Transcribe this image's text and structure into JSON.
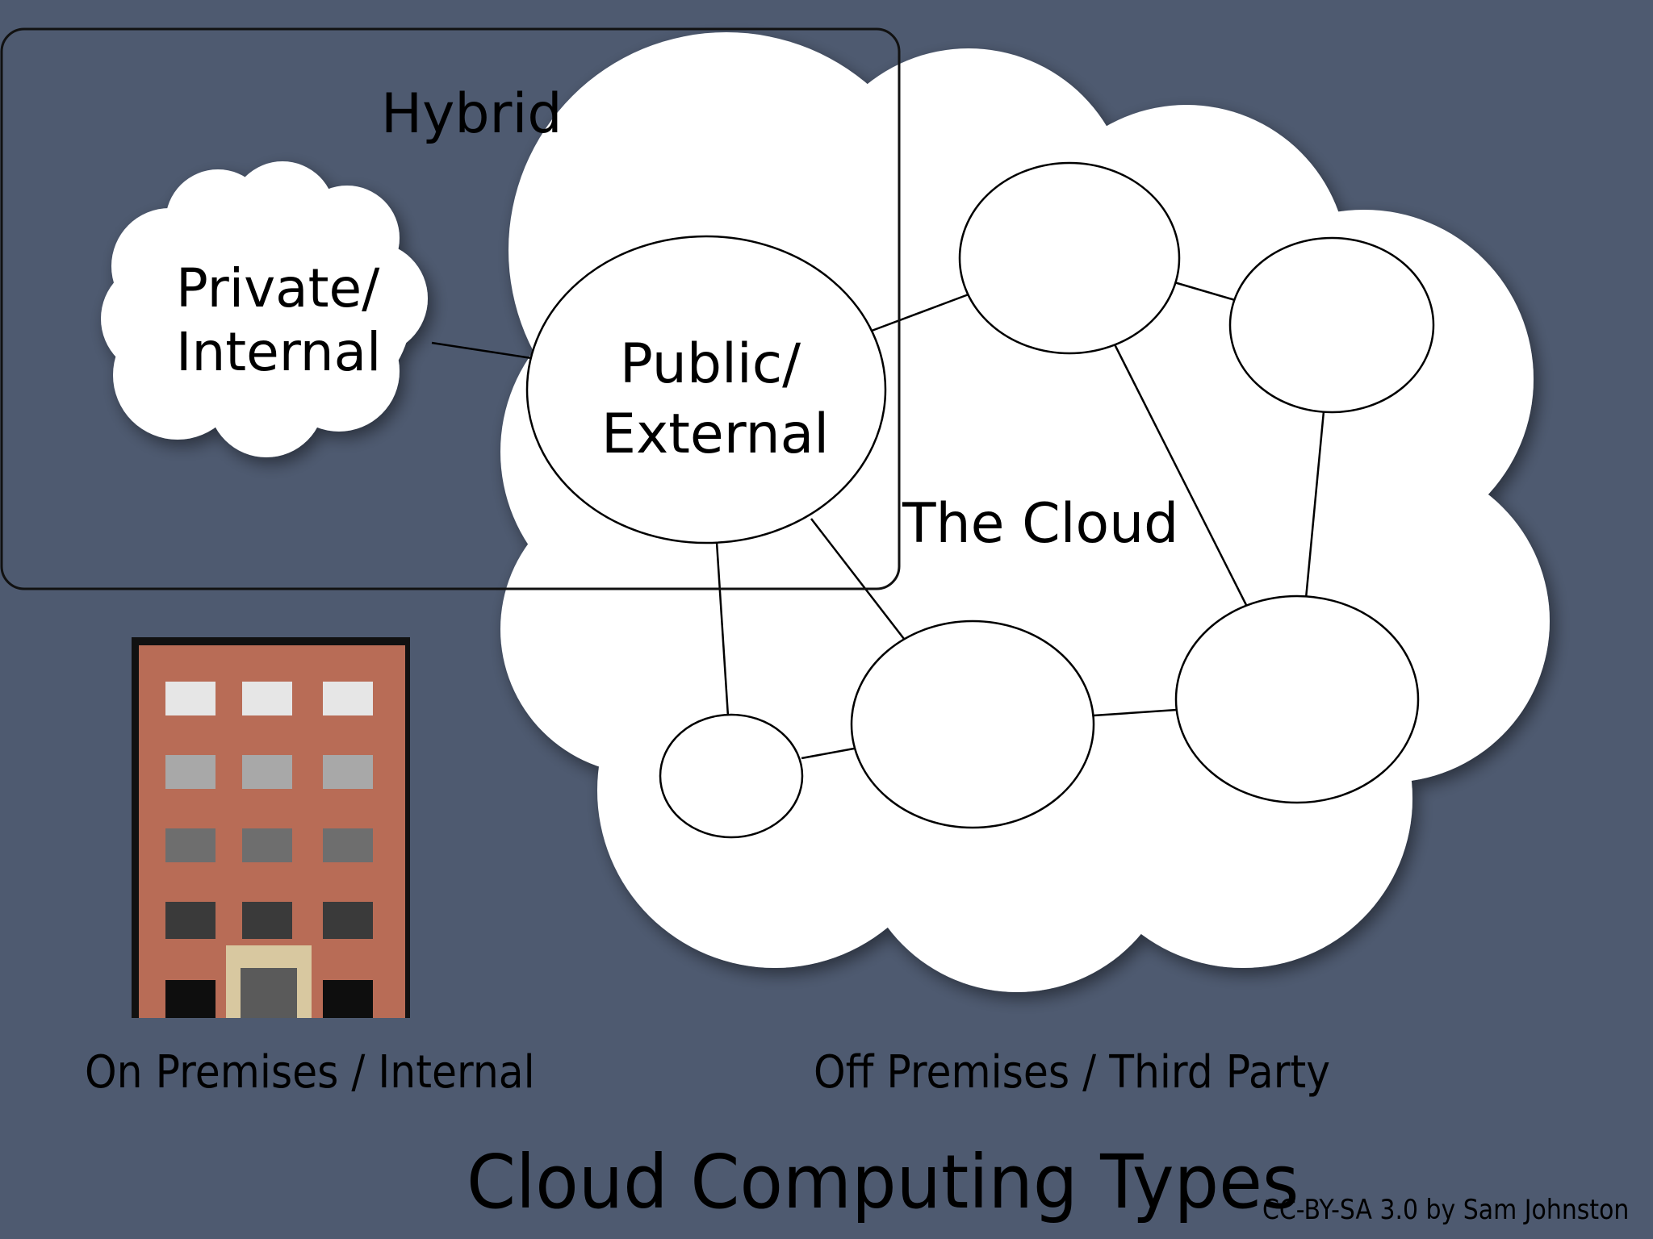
{
  "diagram": {
    "title": "Cloud Computing Types",
    "credit": "CC-BY-SA 3.0 by Sam Johnston",
    "hybrid_label": "Hybrid",
    "private_label_line1": "Private/",
    "private_label_line2": "Internal",
    "public_label_line1": "Public/",
    "public_label_line2": "External",
    "cloud_label": "The Cloud",
    "on_premises_label": "On Premises / Internal",
    "off_premises_label": "Off Premises / Third Party",
    "icons": {
      "building": "office-building-icon"
    },
    "colors": {
      "background": "#4e5a70",
      "cloud_fill": "#ffffff",
      "building_brick": "#b86c56",
      "building_outline": "#1a1a1a"
    }
  }
}
